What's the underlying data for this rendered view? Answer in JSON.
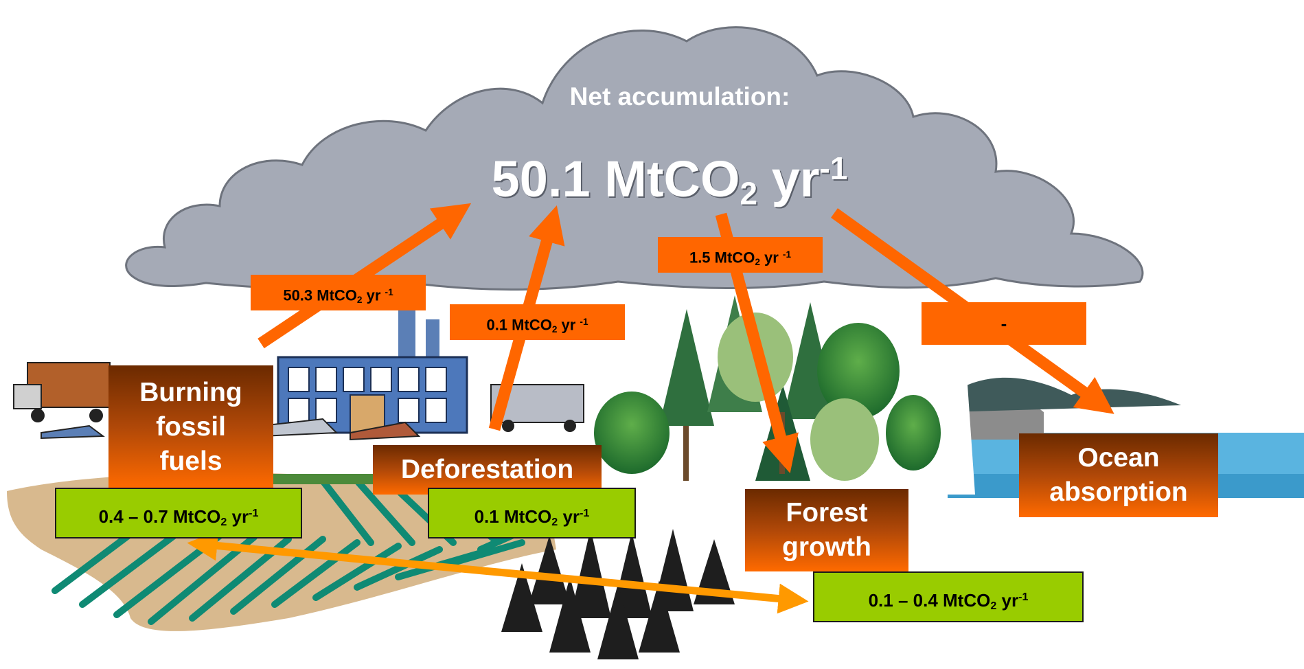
{
  "cloud": {
    "heading": "Net accumulation:",
    "value_prefix": "50.1 MtCO",
    "value_sub": "2",
    "value_mid": " yr",
    "value_sup": "-1"
  },
  "fluxes": {
    "fossil": {
      "prefix": "50.3 MtCO",
      "sub": "2",
      "mid": " yr ",
      "sup": "-1"
    },
    "deforestation": {
      "prefix": "0.1 MtCO",
      "sub": "2",
      "mid": " yr ",
      "sup": "-1"
    },
    "forest": {
      "prefix": "1.5 MtCO",
      "sub": "2",
      "mid": " yr ",
      "sup": "-1"
    },
    "ocean": {
      "text": "-"
    }
  },
  "sources": {
    "fossil": [
      "Burning",
      "fossil",
      "fuels"
    ],
    "deforestation": [
      "Deforestation"
    ],
    "forest": [
      "Forest",
      "growth"
    ],
    "ocean": [
      "Ocean",
      "absorption"
    ]
  },
  "ranges": {
    "fossil": {
      "prefix": "0.4 – 0.7 MtCO",
      "sub": "2",
      "mid": " yr",
      "sup": "-1"
    },
    "deforestation": {
      "prefix": "0.1 MtCO",
      "sub": "2",
      "mid": " yr",
      "sup": "-1"
    },
    "forest": {
      "prefix": "0.1 – 0.4 MtCO",
      "sub": "2",
      "mid": " yr",
      "sup": "-1"
    }
  },
  "colors": {
    "cloud": "#a5aab6",
    "arrow_orange": "#ff6600",
    "arrow_double": "#ff9900",
    "green_box": "#99cc00",
    "ocean": "#5ab4e0",
    "soil": "#d8b98e",
    "crop_rows": "#0f8a74"
  }
}
